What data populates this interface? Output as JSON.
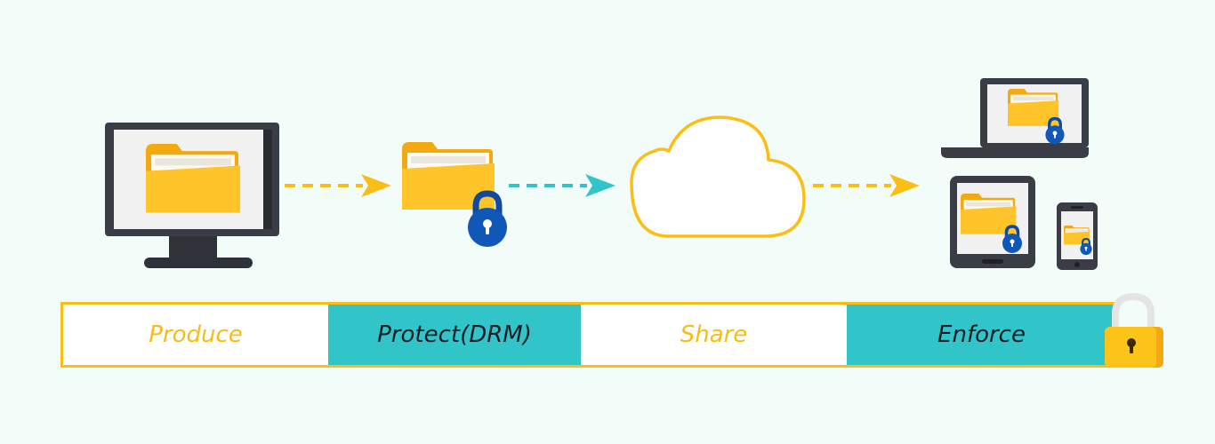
{
  "stages": {
    "produce": "Produce",
    "protect": "Protect(DRM)",
    "share": "Share",
    "enforce": "Enforce"
  },
  "icons": [
    "desktop-monitor-icon",
    "folder-icon",
    "padlock-icon",
    "cloud-icon",
    "laptop-icon",
    "tablet-icon",
    "smartphone-icon",
    "dashed-arrow-icon"
  ],
  "colors": {
    "background": "#f2fdf9",
    "accent_yellow": "#fbbe16",
    "accent_teal": "#31c5c9",
    "lock_blue": "#1157b8",
    "device_dark": "#3a3d45",
    "text_dark": "#1a1d24"
  }
}
